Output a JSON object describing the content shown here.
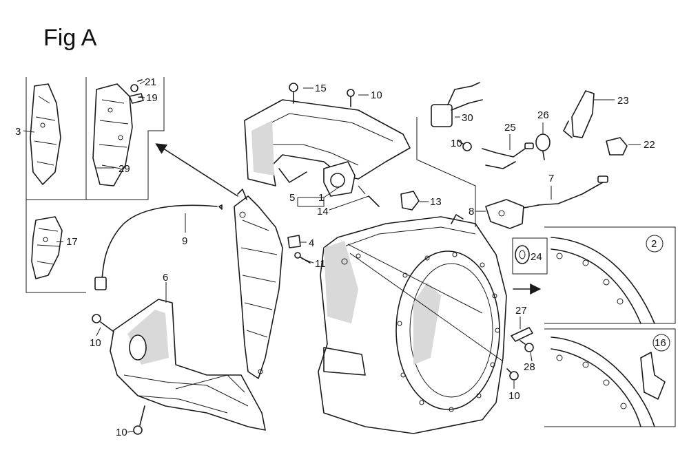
{
  "figure": {
    "title": "Fig A"
  },
  "part_labels": {
    "p1": "1",
    "p3": "3",
    "p4": "4",
    "p5": "5",
    "p6": "6",
    "p7": "7",
    "p8": "8",
    "p9": "9",
    "p10a": "10",
    "p10b": "10",
    "p10c": "10",
    "p10d": "10",
    "p10e": "10",
    "p11": "11",
    "p13": "13",
    "p14": "14",
    "p15": "15",
    "p17": "17",
    "p19": "19",
    "p21": "21",
    "p22": "22",
    "p23": "23",
    "p24": "24",
    "p25": "25",
    "p26": "26",
    "p27": "27",
    "p28": "28",
    "p29": "29",
    "p30": "30"
  },
  "callouts": {
    "c2": "2",
    "c16": "16"
  }
}
